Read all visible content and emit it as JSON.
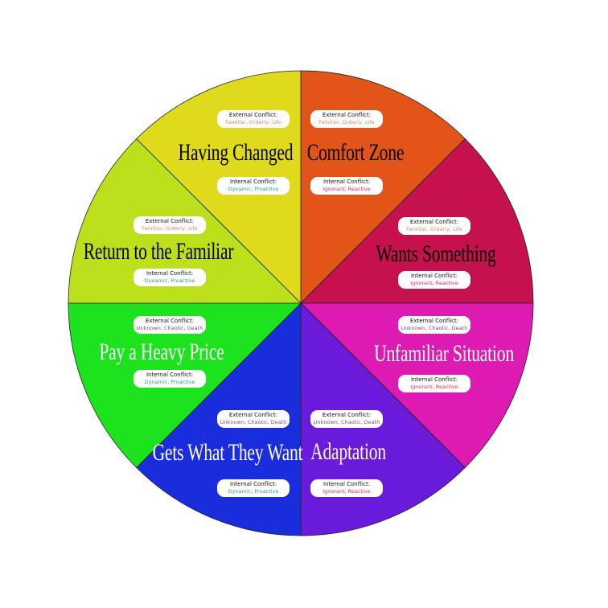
{
  "colors": {
    "familiar": "#dd8a5e",
    "unknown": "#7b4aa6",
    "dynamic": "#1eae86",
    "ignorant": "#e0245a"
  },
  "labels": {
    "external": "External Conflict:",
    "internal": "Internal Conflict:"
  },
  "values": {
    "familiar": "Familiar, Orderly, Life",
    "unknown": "Unknown, Chaotic, Death",
    "dynamic": "Dynamic, Proactive",
    "ignorant": "Ignorant, Reactive"
  },
  "segments": [
    {
      "title": "Comfort Zone",
      "color": "#e35418",
      "external": "familiar",
      "internal": "ignorant"
    },
    {
      "title": "Wants Something",
      "color": "#c5124f",
      "external": "familiar",
      "internal": "ignorant"
    },
    {
      "title": "Unfamiliar Situation",
      "color": "#dd1ab2",
      "external": "unknown",
      "internal": "ignorant"
    },
    {
      "title": "Adaptation",
      "color": "#6a1adb",
      "external": "unknown",
      "internal": "ignorant"
    },
    {
      "title": "Gets What  They Want",
      "color": "#1a2ddc",
      "external": "unknown",
      "internal": "dynamic"
    },
    {
      "title": "Pay a Heavy Price",
      "color": "#1de31e",
      "external": "unknown",
      "internal": "dynamic"
    },
    {
      "title": "Return to the Familiar",
      "color": "#bde01c",
      "external": "familiar",
      "internal": "dynamic"
    },
    {
      "title": "Having Changed",
      "color": "#dfdb1c",
      "external": "familiar",
      "internal": "dynamic"
    }
  ]
}
